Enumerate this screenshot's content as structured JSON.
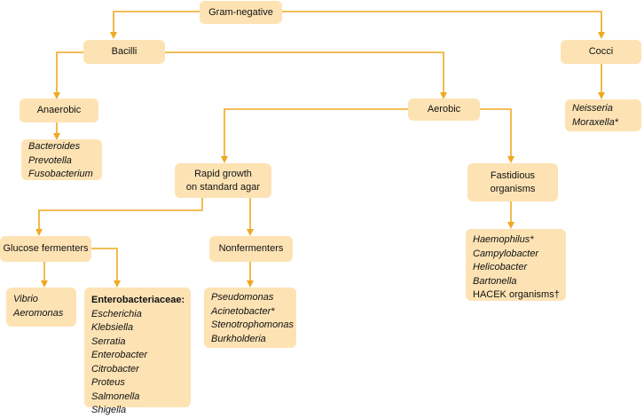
{
  "nodes": {
    "root": "Gram-negative",
    "bacilli": "Bacilli",
    "cocci": "Cocci",
    "anaerobic": "Anaerobic",
    "aerobic": "Aerobic",
    "rapid_line1": "Rapid growth",
    "rapid_line2": "on standard agar",
    "fastidious_line1": "Fastidious",
    "fastidious_line2": "organisms",
    "glucose_fermenters": "Glucose fermenters",
    "nonfermenters": "Nonfermenters"
  },
  "lists": {
    "cocci": [
      "Neisseria",
      "Moraxella*"
    ],
    "anaerobic": [
      "Bacteroides",
      "Prevotella",
      "Fusobacterium"
    ],
    "fastidious": [
      "Haemophilus*",
      "Campylobacter",
      "Helicobacter",
      "Bartonella"
    ],
    "fastidious_extra": "HACEK organisms†",
    "vibrio": [
      "Vibrio",
      "Aeromonas"
    ],
    "entero_header": "Enterobacteriaceae:",
    "entero": [
      "Escherichia",
      "Klebsiella",
      "Serratia",
      "Enterobacter",
      "Citrobacter",
      "Proteus",
      "Salmonella",
      "Shigella"
    ],
    "nonfermenters": [
      "Pseudomonas",
      "Acinetobacter*",
      "Stenotrophomonas",
      "Burkholderia"
    ]
  },
  "colors": {
    "box_fill": "#fde3b4",
    "connector": "#f0a820"
  }
}
